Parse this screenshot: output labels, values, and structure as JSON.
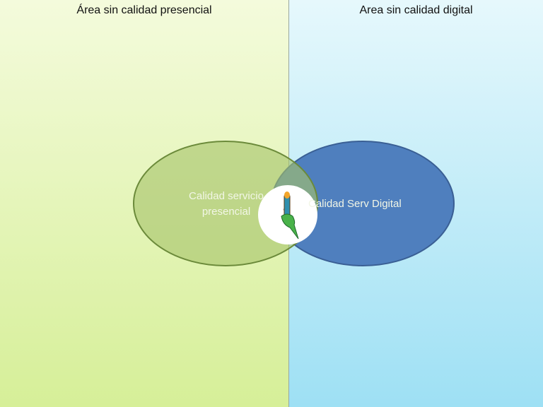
{
  "left_area": {
    "title": "Área sin calidad presencial"
  },
  "right_area": {
    "title": "Area sin calidad digital"
  },
  "circles": {
    "presencial": {
      "label_line1": "Calidad servicio",
      "label_line2": "presencial",
      "color": "#a9c66a"
    },
    "digital": {
      "label": "Calidad Serv Digital",
      "color": "#4f7fbe"
    }
  },
  "center_icon": "pen-nib-icon"
}
